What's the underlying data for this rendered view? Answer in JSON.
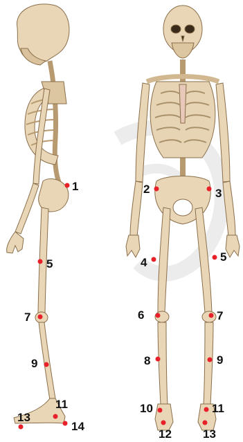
{
  "colors": {
    "bone": "#e8d6b6",
    "bone_shade": "#c9ad84",
    "bone_outline": "#8a6e4a",
    "marker": "#e8202a",
    "watermark": "#e9e9e9"
  },
  "side_view": {
    "markers": [
      {
        "label": "1"
      },
      {
        "label": "5"
      },
      {
        "label": "7"
      },
      {
        "label": "9"
      },
      {
        "label": "11"
      },
      {
        "label": "13"
      },
      {
        "label": "14"
      }
    ]
  },
  "front_view": {
    "markers": [
      {
        "label": "2"
      },
      {
        "label": "3"
      },
      {
        "label": "4"
      },
      {
        "label": "5"
      },
      {
        "label": "6"
      },
      {
        "label": "7"
      },
      {
        "label": "8"
      },
      {
        "label": "9"
      },
      {
        "label": "10"
      },
      {
        "label": "11"
      },
      {
        "label": "12"
      },
      {
        "label": "13"
      }
    ]
  }
}
